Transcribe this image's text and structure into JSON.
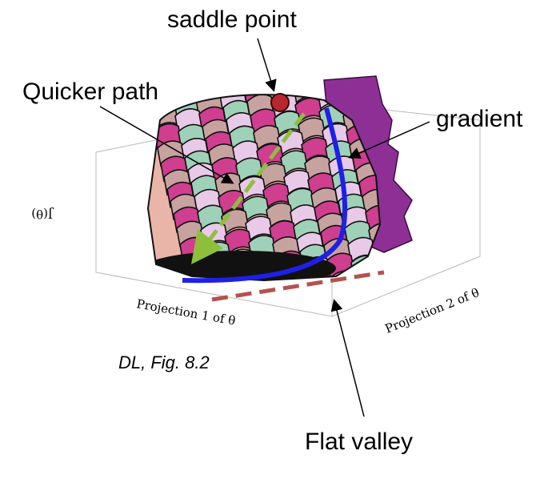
{
  "annotations": {
    "saddle_point": "saddle point",
    "quicker_path": "Quicker path",
    "gradient": "gradient",
    "flat_valley": "Flat valley"
  },
  "citation": "DL, Fig. 8.2",
  "axes": {
    "z_label": "J(θ)",
    "x_label": "Projection 1 of θ",
    "y_label": "Projection 2 of θ"
  },
  "colors": {
    "gradient_path": "#1f1fe8",
    "quicker_path": "#8dbf3c",
    "flat_valley": "#b5524c",
    "saddle_marker": "#b8262e",
    "wall": "#8e2f96"
  },
  "surface_palette": [
    "#cf3e8f",
    "#4d6fb8",
    "#f2d15b",
    "#9fd1b8",
    "#8d63b3",
    "#d97a3d",
    "#c7a3a0",
    "#f6a48b",
    "#a6b9de",
    "#e8c9e8",
    "#7a4c3a",
    "#e5557f"
  ]
}
